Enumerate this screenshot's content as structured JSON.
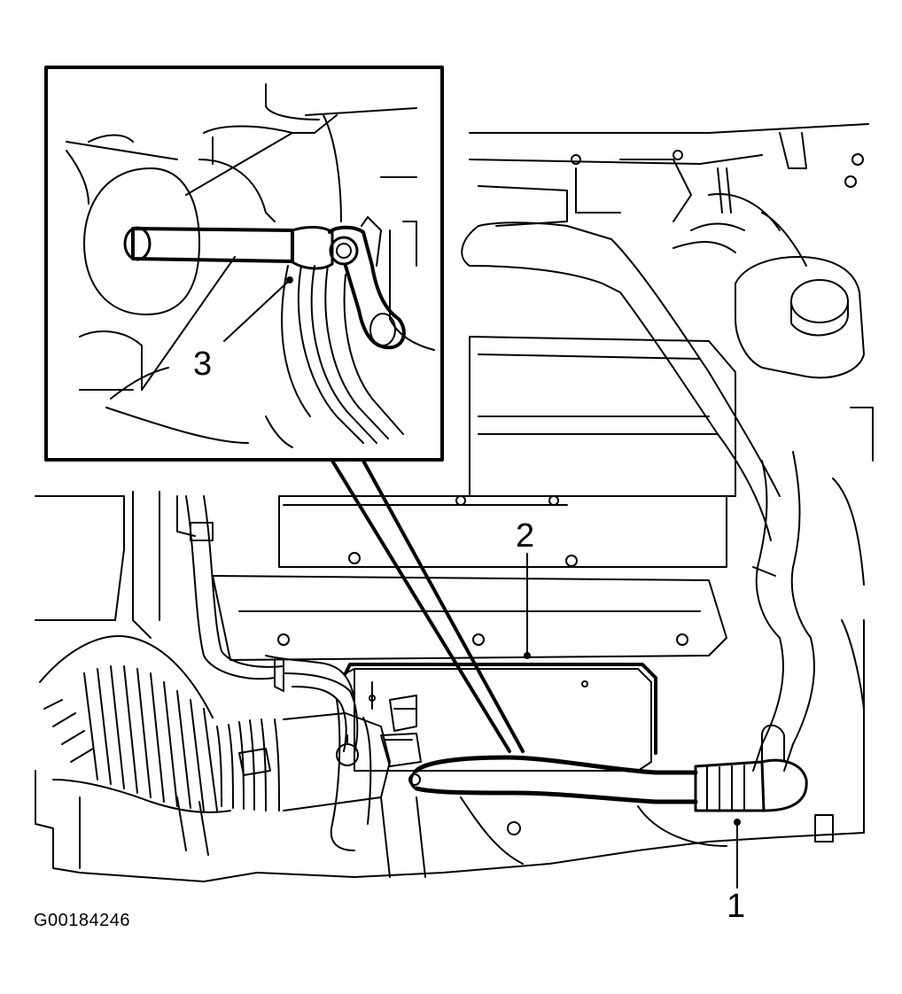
{
  "figure": {
    "id_text": "G00184246",
    "callouts": {
      "one": "1",
      "two": "2",
      "three": "3"
    },
    "line_color": "#000000",
    "background": "#ffffff"
  }
}
